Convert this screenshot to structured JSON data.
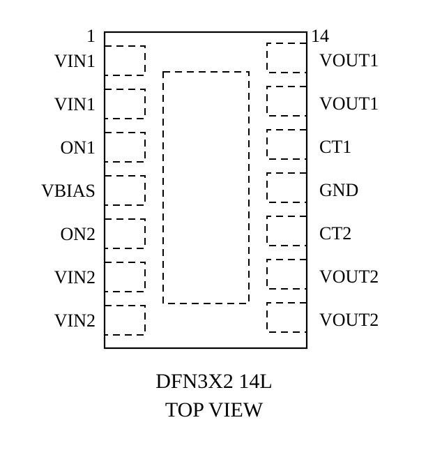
{
  "package": {
    "pin_first_number": "1",
    "pin_last_number": "14",
    "caption_line1": "DFN3X2 14L",
    "caption_line2": "TOP VIEW"
  },
  "left_pins": [
    "VIN1",
    "VIN1",
    "ON1",
    "VBIAS",
    "ON2",
    "VIN2",
    "VIN2"
  ],
  "right_pins": [
    "VOUT1",
    "VOUT1",
    "CT1",
    "GND",
    "CT2",
    "VOUT2",
    "VOUT2"
  ]
}
